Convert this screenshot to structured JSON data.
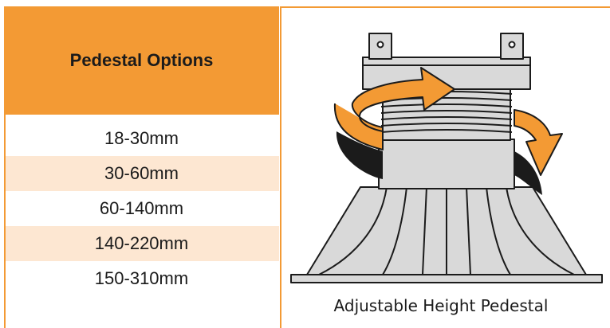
{
  "header": {
    "title": "Pedestal Options"
  },
  "options": [
    {
      "label": "18-30mm"
    },
    {
      "label": "30-60mm"
    },
    {
      "label": "60-140mm"
    },
    {
      "label": "140-220mm"
    },
    {
      "label": "150-310mm"
    }
  ],
  "illustration": {
    "caption": "Adjustable Height Pedestal",
    "icon": "adjustable-pedestal-icon"
  },
  "colors": {
    "accent": "#f39a34",
    "row_alt": "#fde7d2",
    "line": "#1b1b1b",
    "arrow": "#f39a34",
    "gray": "#d9d9d9"
  }
}
